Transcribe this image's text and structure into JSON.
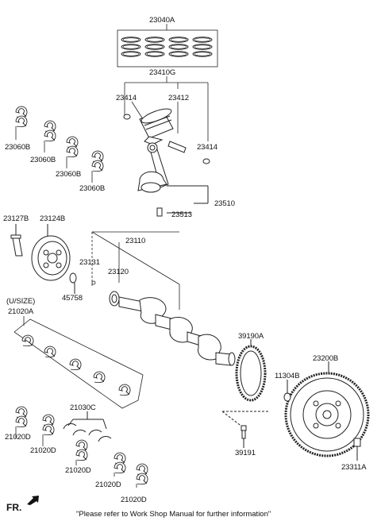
{
  "parts": {
    "p23040A": "23040A",
    "p23410G": "23410G",
    "p23414a": "23414",
    "p23412": "23412",
    "p23414b": "23414",
    "p23060B_1": "23060B",
    "p23060B_2": "23060B",
    "p23060B_3": "23060B",
    "p23060B_4": "23060B",
    "p23510": "23510",
    "p23513": "23513",
    "p23127B": "23127B",
    "p23124B": "23124B",
    "p23110": "23110",
    "p23131": "23131",
    "p23120": "23120",
    "p45758": "45758",
    "usize": "(U/SIZE)",
    "p21020A": "21020A",
    "p39190A": "39190A",
    "p23200B": "23200B",
    "p11304B": "11304B",
    "p21030C": "21030C",
    "p21020D_1": "21020D",
    "p21020D_2": "21020D",
    "p21020D_3": "21020D",
    "p21020D_4": "21020D",
    "p21020D_5": "21020D",
    "p39191": "39191",
    "p23311A": "23311A"
  },
  "footer": {
    "fr": "FR.",
    "note": "\"Please refer to Work Shop Manual for further information\""
  },
  "icons": [
    "piston-ring-icon",
    "piston-icon",
    "connecting-rod-icon",
    "crankshaft-icon",
    "pulley-icon",
    "flywheel-icon",
    "bearing-icon",
    "bolt-icon",
    "front-arrow-icon"
  ]
}
